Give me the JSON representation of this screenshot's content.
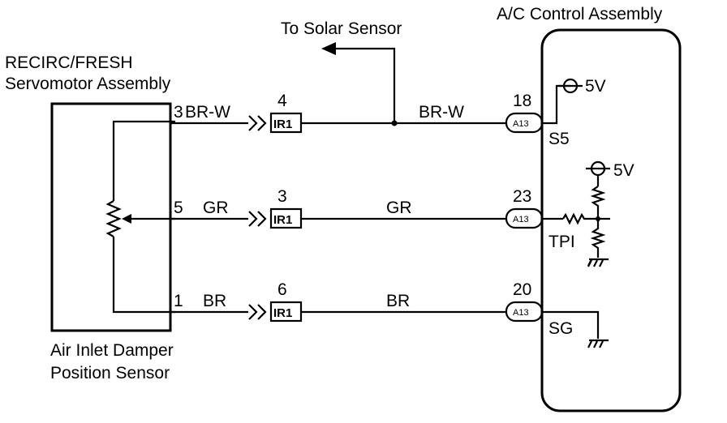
{
  "labels": {
    "solar_sensor": "To Solar Sensor",
    "ac_control": "A/C Control Assembly",
    "servo_line1": "RECIRC/FRESH",
    "servo_line2": "Servomotor Assembly",
    "sensor_line1": "Air Inlet Damper",
    "sensor_line2": "Position Sensor",
    "supply1": "5V",
    "supply2": "5V",
    "term_s5": "S5",
    "term_tpi": "TPI",
    "term_sg": "SG"
  },
  "wires": [
    {
      "servo_pin": "3",
      "servo_color": "BR-W",
      "conn_pin": "4",
      "conn": "IR1",
      "wire_color": "BR-W",
      "ecu_pin": "18",
      "ecu_conn": "A13"
    },
    {
      "servo_pin": "5",
      "servo_color": "GR",
      "conn_pin": "3",
      "conn": "IR1",
      "wire_color": "GR",
      "ecu_pin": "23",
      "ecu_conn": "A13"
    },
    {
      "servo_pin": "1",
      "servo_color": "BR",
      "conn_pin": "6",
      "conn": "IR1",
      "wire_color": "BR",
      "ecu_pin": "20",
      "ecu_conn": "A13"
    }
  ]
}
